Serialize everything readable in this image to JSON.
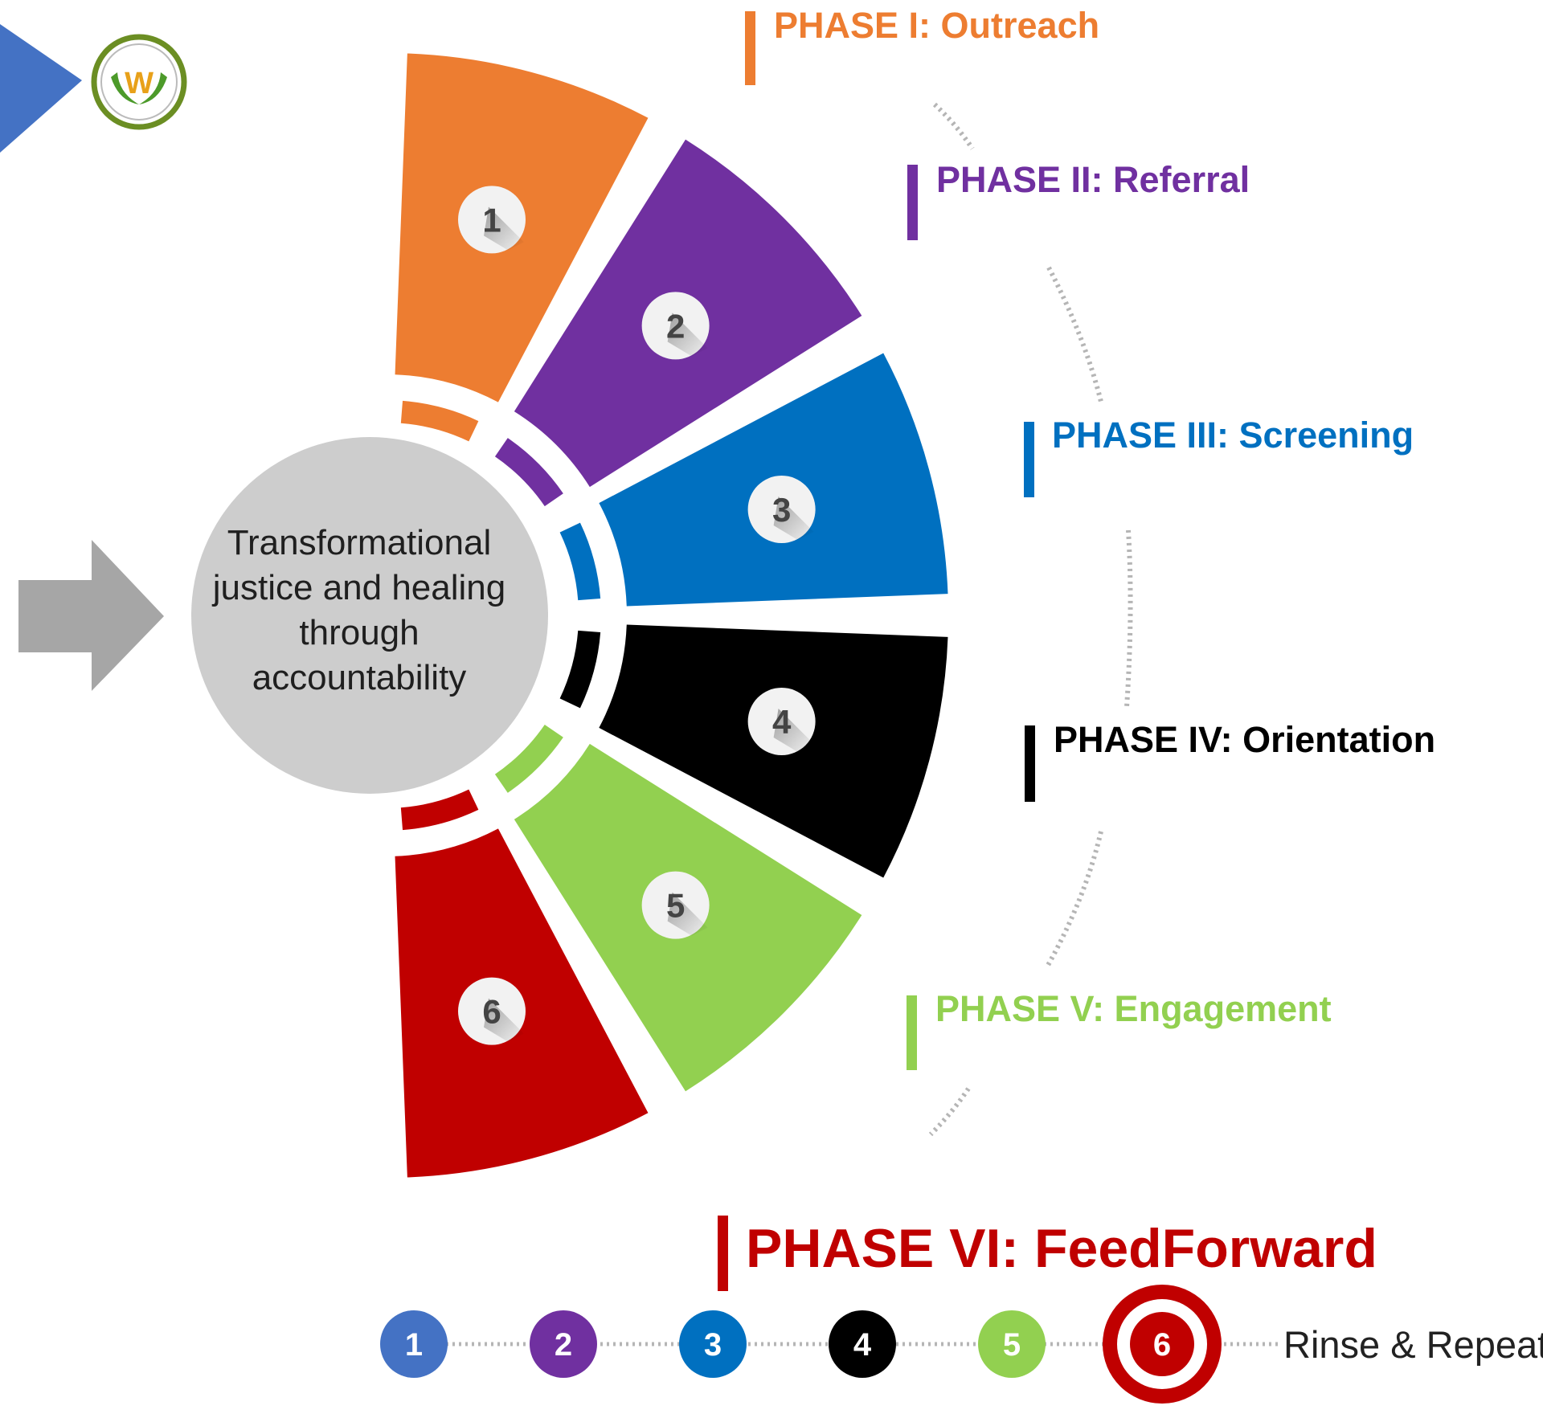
{
  "center": {
    "lines": [
      "Transformational",
      "justice and healing",
      "through",
      "accountability"
    ]
  },
  "phases": [
    {
      "number": "1",
      "label": "PHASE I: Outreach",
      "color": "#ED7D31"
    },
    {
      "number": "2",
      "label": "PHASE II: Referral",
      "color": "#7030A0"
    },
    {
      "number": "3",
      "label": "PHASE III: Screening",
      "color": "#0070C0"
    },
    {
      "number": "4",
      "label": "PHASE IV: Orientation",
      "color": "#000000"
    },
    {
      "number": "5",
      "label": "PHASE V: Engagement",
      "color": "#92D050"
    },
    {
      "number": "6",
      "label": "PHASE VI: FeedForward",
      "color": "#C00000"
    }
  ],
  "timeline": {
    "numbers": [
      "1",
      "2",
      "3",
      "4",
      "5",
      "6"
    ],
    "colors": [
      "#4472C4",
      "#7030A0",
      "#0070C0",
      "#000000",
      "#92D050",
      "#C00000"
    ],
    "end_label": "Rinse & Repeat"
  },
  "logo": {
    "letter": "W",
    "icon": "hands-logo-icon"
  },
  "colors": {
    "arrow_blue": "#4472C4",
    "arrow_gray": "#A6A6A6",
    "center_gray": "#CDCDCD",
    "dots_gray": "#B5B5B5"
  }
}
